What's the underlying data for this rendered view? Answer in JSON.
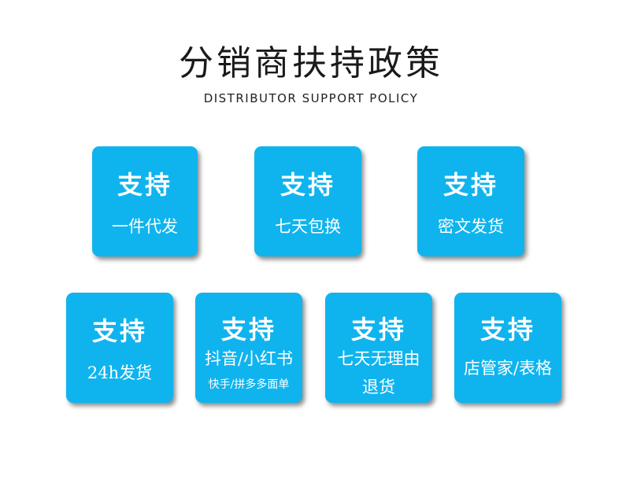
{
  "header": {
    "title": "分销商扶持政策",
    "subtitle": "DISTRIBUTOR SUPPORT POLICY"
  },
  "cards": [
    {
      "heading": "支持",
      "line1": "一件代发"
    },
    {
      "heading": "支持",
      "line1": "七天包换"
    },
    {
      "heading": "支持",
      "line1": "密文发货"
    },
    {
      "heading": "支持",
      "line1": "24h发货"
    },
    {
      "heading": "支持",
      "line1": "抖音/小红书",
      "line2": "快手/拼多多面单"
    },
    {
      "heading": "支持",
      "line1": "七天无理由",
      "line2": "退货"
    },
    {
      "heading": "支持",
      "line1": "店管家/表格"
    }
  ],
  "colors": {
    "card_background": "#0fb4ee",
    "text_dark": "#1a1a1a",
    "card_text": "#ffffff"
  }
}
